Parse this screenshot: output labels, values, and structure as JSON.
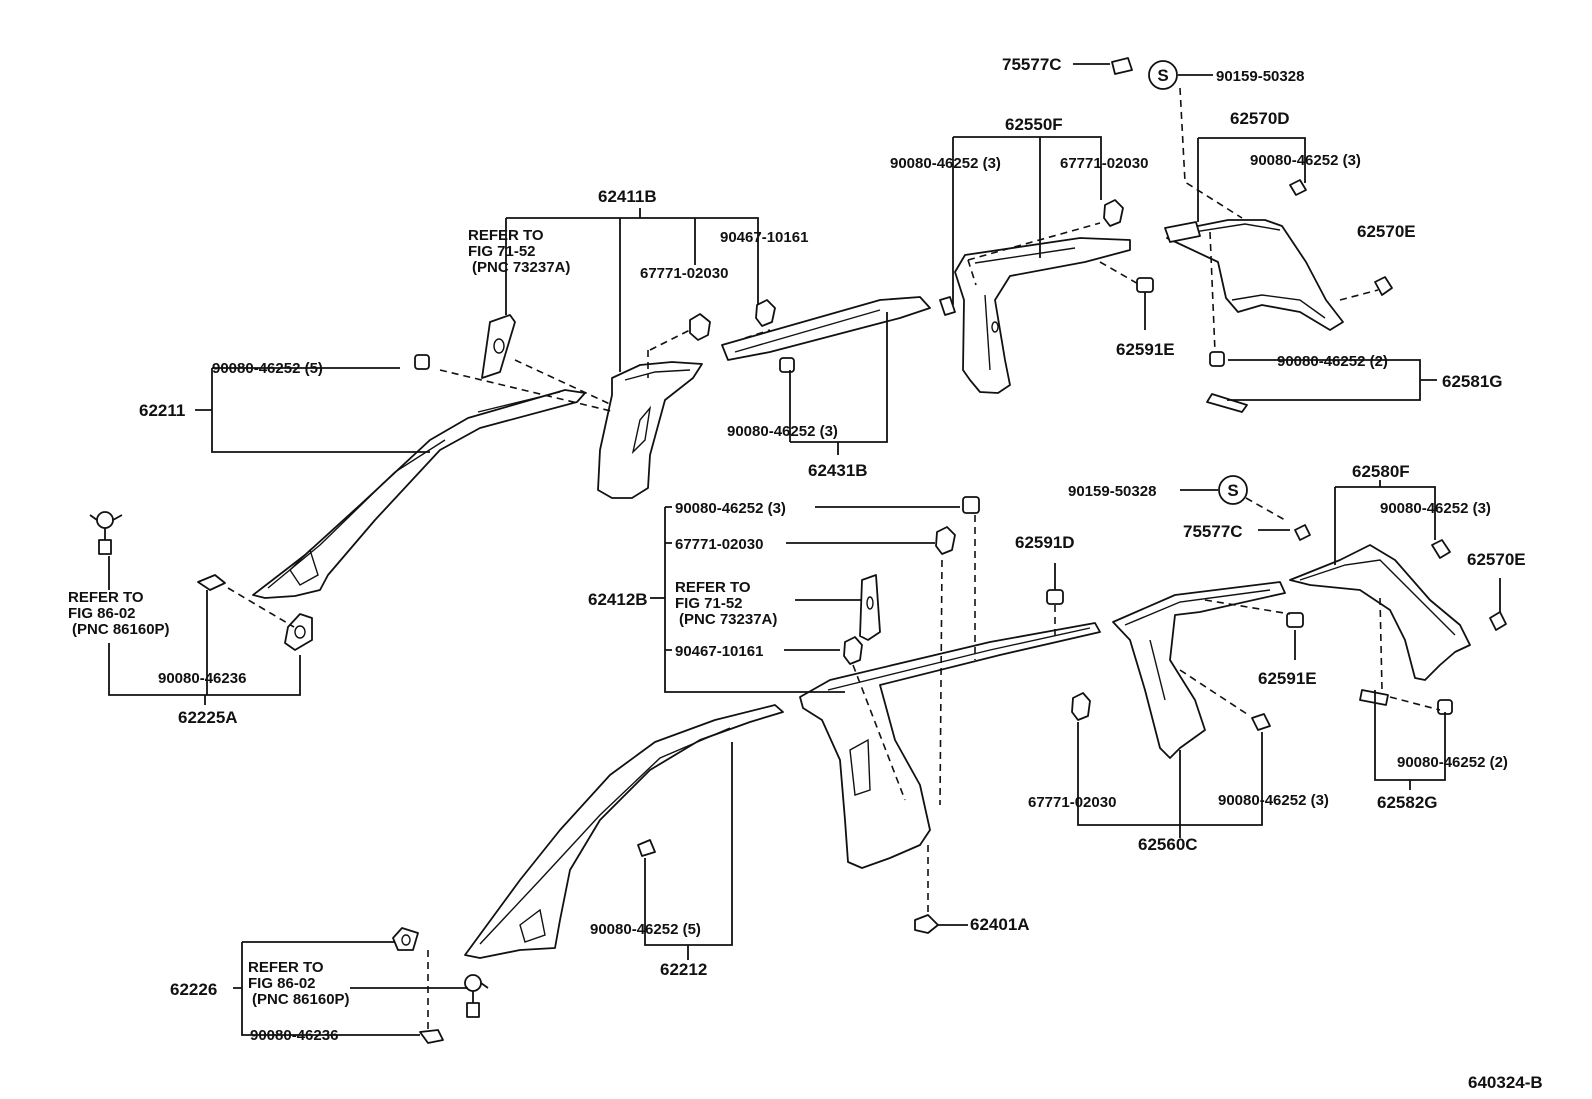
{
  "labels": {
    "p75577c_top": "75577C",
    "p90159_top": "90159-50328",
    "s_symbol": "S",
    "p62570d": "62570D",
    "p62550f": "62550F",
    "p90080_46252_3_a": "90080-46252 (3)",
    "p67771_02030_a": "67771-02030",
    "p90080_46252_3_b": "90080-46252 (3)",
    "p62570e_top": "62570E",
    "p62591e_top": "62591E",
    "p90080_46252_2_a": "90080-46252 (2)",
    "p62581g": "62581G",
    "p62411b": "62411B",
    "refer_to_a": "REFER TO",
    "fig_71_52_a": "FIG 71-52",
    "pnc_73237a_a": "(PNC 73237A)",
    "p67771_02030_b": "67771-02030",
    "p90467_10161_a": "90467-10161",
    "p90080_46252_5_a": "90080-46252 (5)",
    "p62211": "62211",
    "p90080_46252_3_c": "90080-46252 (3)",
    "p62431b": "62431B",
    "refer_to_b": "REFER TO",
    "fig_86_02_a": "FIG 86-02",
    "pnc_86160p_a": "(PNC 86160P)",
    "p90080_46236_a": "90080-46236",
    "p62225a": "62225A",
    "p90080_46252_3_d": "90080-46252 (3)",
    "p67771_02030_c": "67771-02030",
    "p62412b": "62412B",
    "refer_to_c": "REFER TO",
    "fig_71_52_b": "FIG 71-52",
    "pnc_73237a_b": "(PNC 73237A)",
    "p90467_10161_b": "90467-10161",
    "p62591d": "62591D",
    "p90159_bottom": "90159-50328",
    "p75577c_bottom": "75577C",
    "p62580f": "62580F",
    "p90080_46252_3_e": "90080-46252 (3)",
    "p62570e_bottom": "62570E",
    "p62591e_bottom": "62591E",
    "p67771_02030_d": "67771-02030",
    "p90080_46252_3_f": "90080-46252 (3)",
    "p62560c": "62560C",
    "p90080_46252_2_b": "90080-46252 (2)",
    "p62582g": "62582G",
    "p90080_46252_5_b": "90080-46252 (5)",
    "p62212": "62212",
    "p62401a": "62401A",
    "p62226": "62226",
    "refer_to_d": "REFER TO",
    "fig_86_02_b": "FIG 86-02",
    "pnc_86160p_b": "(PNC 86160P)",
    "p90080_46236_b": "90080-46236",
    "diagram_id": "640324-B"
  }
}
